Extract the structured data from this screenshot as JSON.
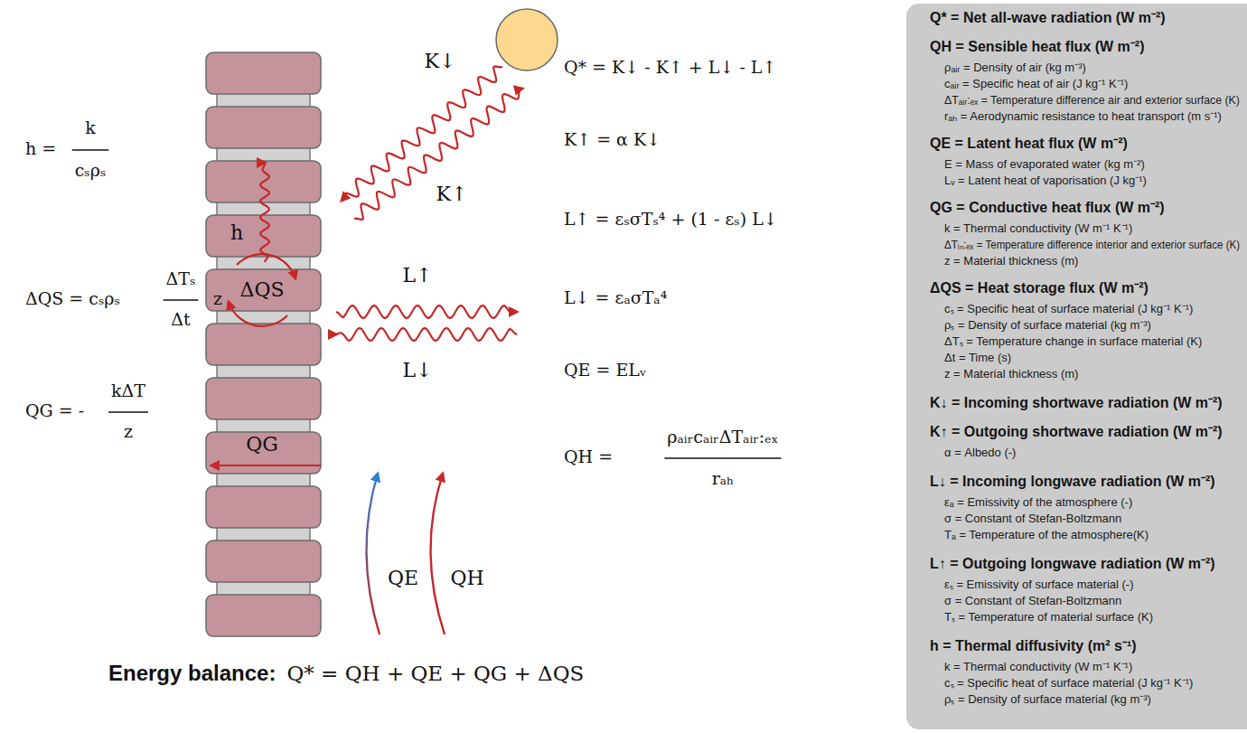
{
  "diagram": {
    "nodes": [
      {
        "text": [
          "Q* = Net all-wave radiation (W m⁻²)",
          "QH = Sensible heat flux (W m⁻²)",
          "ρₐᵢᵣ = Density of air (kg m⁻³)",
          "cₐᵢᵣ = Specific heat of air (J kg⁻¹ K⁻¹)",
          "ΔTₐᵢᵣ:ₑₓ = Temperature difference air and exterior surface (K)",
          "rₐₕ = Aerodynamic resistance to heat transport (m s⁻¹)",
          "QE = Latent heat flux (W m⁻²)",
          "E = Mass of evaporated water (kg m⁻²)",
          "Lᵥ = Latent heat of vaporisation (J kg⁻¹)",
          "QG = Conductive heat flux (W m⁻²)",
          "k = Thermal conductivity (W m⁻¹ K⁻¹)",
          "ΔTᵢₙ:ₑₓ = Temperature difference interior and exterior surface (K)",
          "z = Material thickness (m)",
          "ΔQS = Heat storage flux (W m⁻²)",
          "cₛ = Specific heat of surface material (J kg⁻¹ K⁻¹)",
          "ρₛ = Density of surface material (kg m⁻³)",
          "ΔTₛ = Temperature change in surface material (K)",
          "Δt = Time (s)",
          "z = Material thickness (m)",
          "K↓ = Incoming shortwave radiation (W m⁻²)",
          "K↑ = Outgoing shortwave radiation (W m⁻²)",
          "α = Albedo (-)",
          "L↓ = Incoming longwave radiation (W m⁻²)",
          "εₐ = Emissivity of the atmosphere (-)",
          "σ = Constant of Stefan-Boltzmann",
          "Tₐ = Temperature of the atmosphere(K)",
          "L↑ = Outgoing longwave radiation (W m⁻²)",
          "εₛ = Emissivity of surface material (-)",
          "σ = Constant of Stefan-Boltzmann",
          "Tₛ = Temperature of material surface (K)",
          "h = Thermal diffusivity (m² s⁻¹)",
          "k = Thermal conductivity (W m⁻¹ K⁻¹)",
          "cₛ = Specific heat of surface material (J kg⁻¹ K⁻¹)",
          "ρₛ = Density of surface material (kg m⁻³)"
        ]
      }
    ],
    "labels": [
      "K↓",
      "K↑",
      "L↑",
      "L↓",
      "h",
      "ΔQS",
      "QG",
      "QE",
      "QH",
      "Q* = K↓ - K↑ + L↓ - L↑",
      "K↑ = α K↓",
      "L↑ = εₛσTₛ⁴ + (1 - εₛ) L↓",
      "L↓ = εₐσTₐ⁴",
      "QE = ELᵥ",
      "QH =",
      "ρₐᵢᵣcₐᵢᵣΔTₐᵢᵣ:ₑₓ",
      "rₐₕ",
      "h =",
      "k",
      "cₛρₛ",
      "ΔQS = cₛρₛ",
      "ΔTₛ",
      "Δt",
      "z",
      "QG = -",
      "kΔT",
      "z",
      "Energy balance:",
      "Q* = QH + QE + QG + ΔQS"
    ]
  }
}
